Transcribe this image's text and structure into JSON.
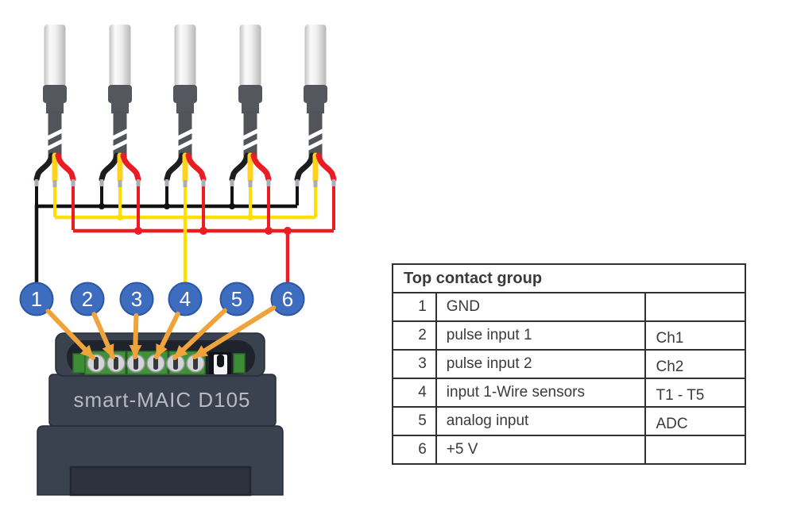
{
  "diagram": {
    "device_label": "smart-MAIC D105",
    "pin_markers": [
      "1",
      "2",
      "3",
      "4",
      "5",
      "6"
    ],
    "sensor_count": 5,
    "bus_connections": [
      {
        "pin": "1",
        "wire": "black"
      },
      {
        "pin": "4",
        "wire": "yellow"
      },
      {
        "pin": "6",
        "wire": "red"
      }
    ],
    "colors": {
      "marker_blue": "#3e6dbf",
      "marker_border": "#2b57a7",
      "arrow_orange": "#f1a33b",
      "wire_black": "#121212",
      "wire_yellow": "#ffdf00",
      "wire_red": "#ee1b22",
      "device_body": "#3a4250",
      "terminal_green": "#3f8c36",
      "device_label_gray": "#b7bac1"
    }
  },
  "table": {
    "title": "Top contact group",
    "rows": [
      {
        "num": "1",
        "desc": "GND",
        "tag": ""
      },
      {
        "num": "2",
        "desc": "pulse input 1",
        "tag": "Ch1"
      },
      {
        "num": "3",
        "desc": "pulse input 2",
        "tag": "Ch2"
      },
      {
        "num": "4",
        "desc": "input 1-Wire sensors",
        "tag": "T1 - T5"
      },
      {
        "num": "5",
        "desc": "analog input",
        "tag": "ADC"
      },
      {
        "num": "6",
        "desc": "+5 V",
        "tag": ""
      }
    ]
  }
}
